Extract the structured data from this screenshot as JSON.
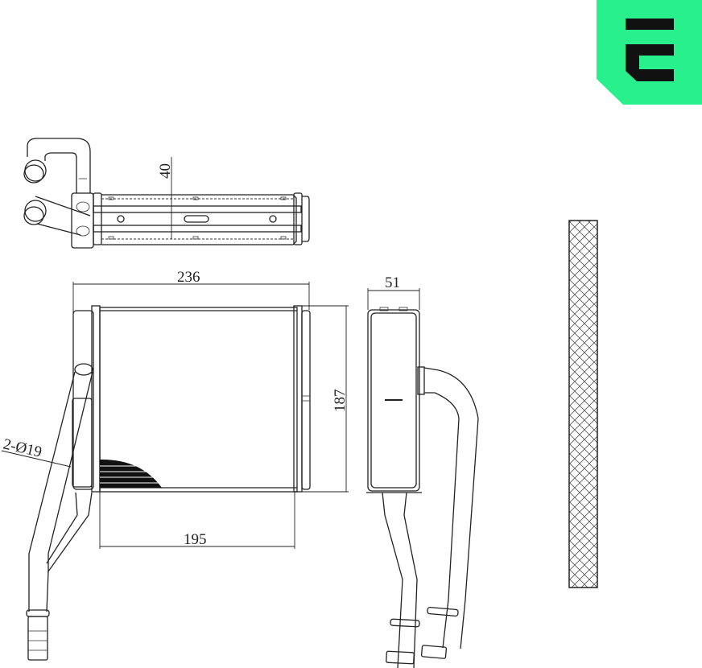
{
  "logo": {
    "name": "brand-logo",
    "letter": "E",
    "color": "#27F08C",
    "glyph_color": "#111111"
  },
  "views": {
    "top_view": {
      "label": "top-view"
    },
    "front_view": {
      "label": "front-view"
    },
    "side_view": {
      "label": "side-view"
    },
    "gasket_view": {
      "label": "foam-gasket"
    }
  },
  "dimensions": {
    "thickness": "40",
    "width_overall": "236",
    "height": "187",
    "depth": "51",
    "core_width": "195",
    "pipe_diameter": "2-Ø19"
  }
}
